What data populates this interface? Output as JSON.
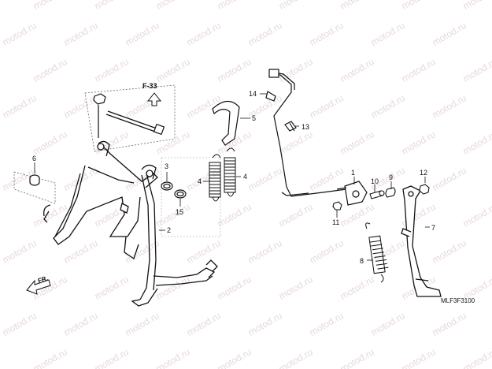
{
  "watermark": "motod.ru",
  "reference_label": "F-33",
  "direction_label": "FR.",
  "diagram_code": "MLF3F3100",
  "callouts": [
    "1",
    "2",
    "3",
    "4",
    "4",
    "5",
    "6",
    "7",
    "8",
    "9",
    "10",
    "11",
    "12",
    "13",
    "14",
    "15"
  ]
}
